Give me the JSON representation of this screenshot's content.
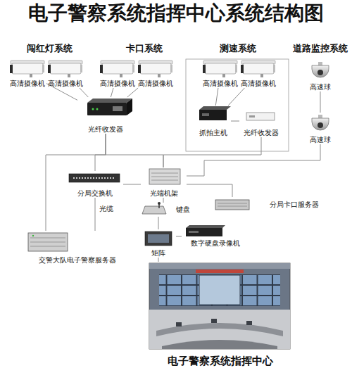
{
  "diagram": {
    "title": "电子警察系统指挥中心系统结构图",
    "nodes": [
      {
        "text": [
          "高清摄像机"
        ]
      },
      {
        "text": [
          "高清摄像机"
        ]
      },
      {
        "text": [
          "高清摄像机"
        ]
      },
      {
        "text": [
          "高清摄像机"
        ]
      },
      {
        "text": [
          "高清摄像机"
        ]
      },
      {
        "text": [
          "高清摄像机"
        ]
      },
      {
        "text": [
          "高速球"
        ]
      },
      {
        "text": [
          "高速球"
        ]
      },
      {
        "text": [
          "光纤收发器"
        ]
      },
      {
        "text": [
          "抓拍主机"
        ]
      },
      {
        "text": [
          "光纤收发器"
        ]
      },
      {
        "text": [
          "分局交换机"
        ]
      },
      {
        "text": [
          "光端机架"
        ]
      },
      {
        "text": [
          "分局卡口服务器"
        ]
      },
      {
        "text": [
          "键盘"
        ]
      },
      {
        "text": [
          "数字硬盘录像机"
        ]
      },
      {
        "text": [
          "矩阵"
        ]
      },
      {
        "text": [
          "交警大队电子警察服务器"
        ]
      },
      {
        "text": [
          "电子警察系统指挥中心"
        ]
      }
    ],
    "edges": [
      {
        "from": 0,
        "to": 8,
        "arrow": "none"
      },
      {
        "from": 1,
        "to": 8,
        "arrow": "none"
      },
      {
        "from": 2,
        "to": 8,
        "arrow": "none"
      },
      {
        "from": 3,
        "to": 8,
        "arrow": "none"
      },
      {
        "from": 4,
        "to": 9,
        "arrow": "none"
      },
      {
        "from": 5,
        "to": 9,
        "arrow": "none"
      },
      {
        "from": 9,
        "to": 10,
        "arrow": "none"
      },
      {
        "from": 6,
        "to": 7,
        "arrow": "none"
      },
      {
        "from": 8,
        "to": 17,
        "arrow": "none"
      },
      {
        "from": 8,
        "to": 12,
        "arrow": "none"
      },
      {
        "from": 10,
        "to": 12,
        "arrow": "none"
      },
      {
        "from": 7,
        "to": 12,
        "arrow": "none"
      },
      {
        "from": 8,
        "to": 11,
        "arrow": "none"
      },
      {
        "from": 11,
        "to": 12,
        "arrow": "none"
      },
      {
        "from": 11,
        "to": 17,
        "label": "光缆",
        "arrow": "none"
      },
      {
        "from": 12,
        "to": 13,
        "arrow": "none"
      },
      {
        "from": 12,
        "to": 14,
        "arrow": "none"
      },
      {
        "from": 14,
        "to": 16,
        "arrow": "none"
      },
      {
        "from": 16,
        "to": 15,
        "arrow": "none"
      },
      {
        "from": 16,
        "to": 18,
        "arrow": "none"
      }
    ],
    "labels": [
      "闯红灯系统",
      "卡口系统",
      "测速系统",
      "道路监控系统"
    ]
  }
}
